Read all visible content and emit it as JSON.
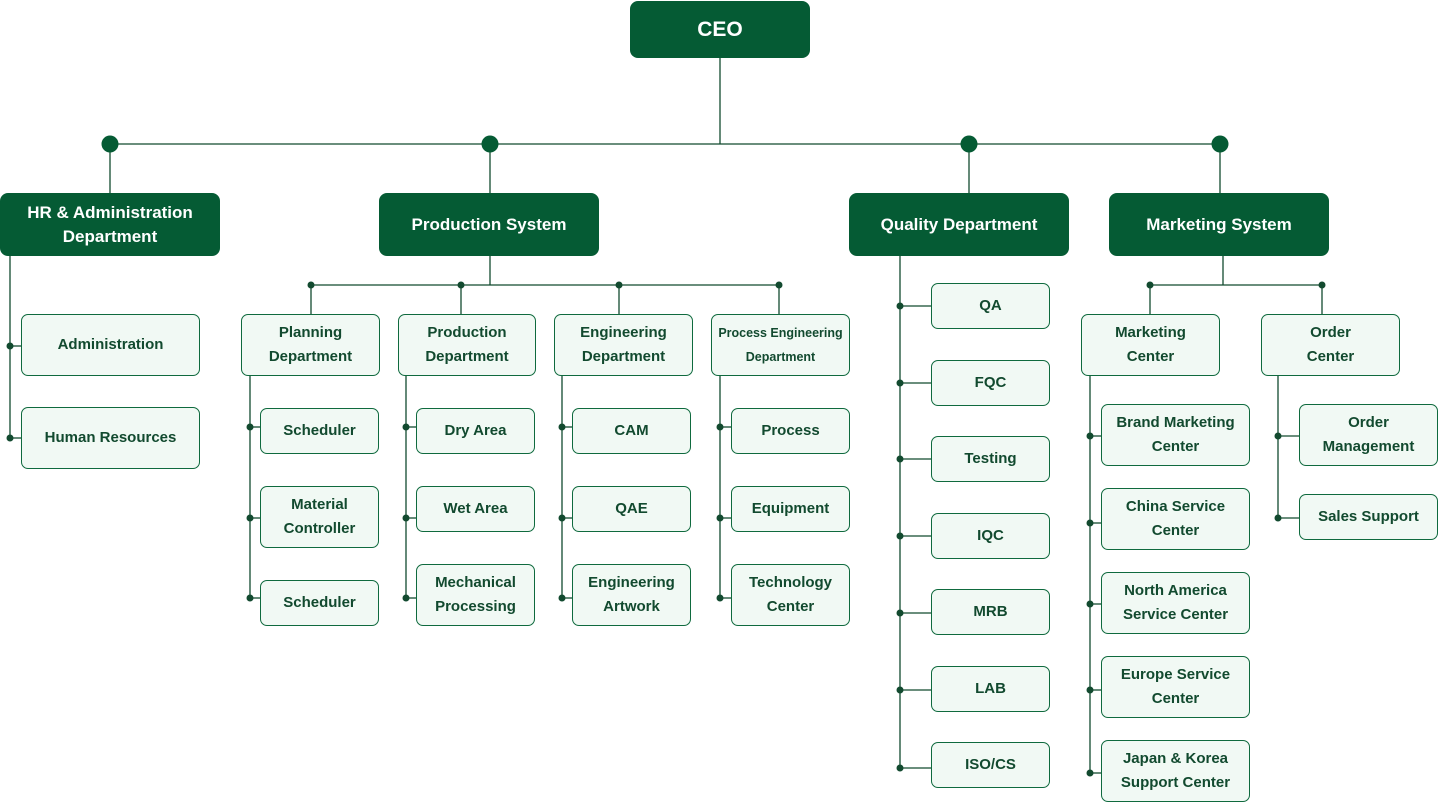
{
  "colors": {
    "primary": "#055b34",
    "line": "#124a2f",
    "box_fill": "#f1f9f4"
  },
  "ceo": "CEO",
  "hr": {
    "title": "HR & Administration Department",
    "items": [
      "Administration",
      "Human Resources"
    ]
  },
  "production": {
    "title": "Production System",
    "planning": {
      "title": "Planning Department",
      "items": [
        "Scheduler",
        "Material Controller",
        "Scheduler"
      ]
    },
    "production_dept": {
      "title": "Production Department",
      "items": [
        "Dry Area",
        "Wet Area",
        "Mechanical Processing"
      ]
    },
    "engineering": {
      "title": "Engineering Department",
      "items": [
        "CAM",
        "QAE",
        "Engineering Artwork"
      ]
    },
    "process_eng": {
      "title": "Process Engineering Department",
      "items": [
        "Process",
        "Equipment",
        "Technology Center"
      ]
    }
  },
  "quality": {
    "title": "Quality Department",
    "items": [
      "QA",
      "FQC",
      "Testing",
      "IQC",
      "MRB",
      "LAB",
      "ISO/CS"
    ]
  },
  "marketing": {
    "title": "Marketing System",
    "marketing_center": {
      "title": "Marketing Center",
      "items": [
        "Brand Marketing Center",
        "China Service Center",
        "North America Service Center",
        "Europe Service Center",
        "Japan & Korea Support Center"
      ]
    },
    "order_center": {
      "title": "Order Center",
      "items": [
        "Order Management",
        "Sales Support"
      ]
    }
  }
}
